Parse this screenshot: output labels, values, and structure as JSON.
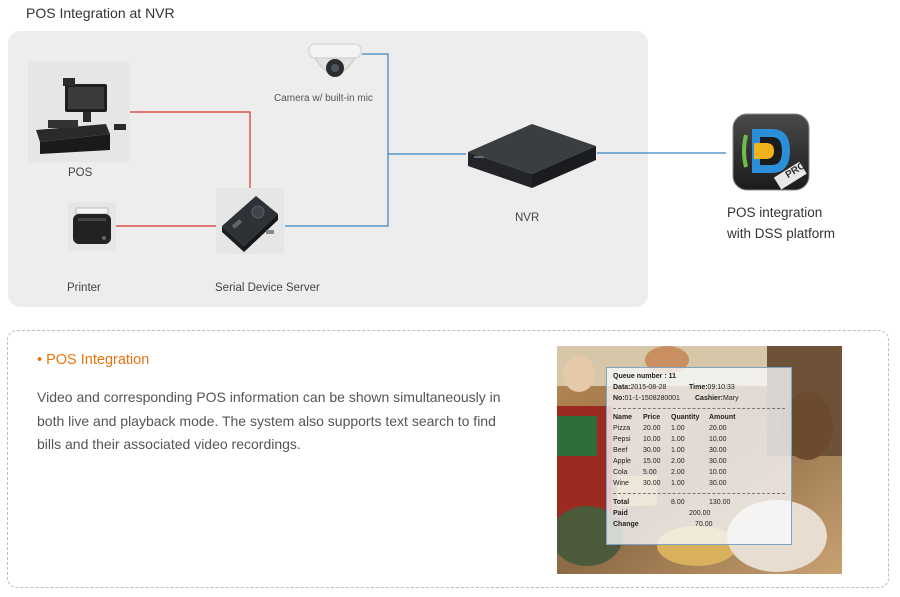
{
  "page_title": "POS Integration at NVR",
  "devices": {
    "pos": "POS",
    "camera": "Camera w/ built-in mic",
    "printer": "Printer",
    "serial_server": "Serial Device Server",
    "nvr": "NVR",
    "dss_line1": "POS integration",
    "dss_line2": "with DSS platform",
    "dss_badge": "PRO"
  },
  "colors": {
    "accent": "#e8740f",
    "serial_line": "#d9342b",
    "network_line": "#3a83c2"
  },
  "info": {
    "bullet": "•",
    "heading": "POS Integration",
    "body": "Video and corresponding POS information can be shown simultaneously in both live and playback mode. The system also supports text search to find bills and their associated video recordings."
  },
  "receipt": {
    "queue": "Queue number : 11",
    "date_label": "Data:",
    "date": "2015-08-28",
    "time_label": "Time:",
    "time": "09:10:33",
    "no_label": "No:",
    "no": "01-1-1508280001",
    "cashier_label": "Cashier:",
    "cashier": "Mary",
    "headers": [
      "Name",
      "Price",
      "Quantity",
      "Amount"
    ],
    "items": [
      [
        "Pizza",
        "20.00",
        "1.00",
        "20.00"
      ],
      [
        "Pepsi",
        "10.00",
        "1.00",
        "10.00"
      ],
      [
        "Beef",
        "30.00",
        "1.00",
        "30.00"
      ],
      [
        "Apple",
        "15.00",
        "2.00",
        "30.00"
      ],
      [
        "Cola",
        "5.00",
        "2.00",
        "10.00"
      ],
      [
        "Wine",
        "30.00",
        "1.00",
        "30.00"
      ]
    ],
    "total_label": "Total",
    "total_qty": "8.00",
    "total_amount": "130.00",
    "paid_label": "Paid",
    "paid": "200.00",
    "change_label": "Change",
    "change": "70.00"
  }
}
